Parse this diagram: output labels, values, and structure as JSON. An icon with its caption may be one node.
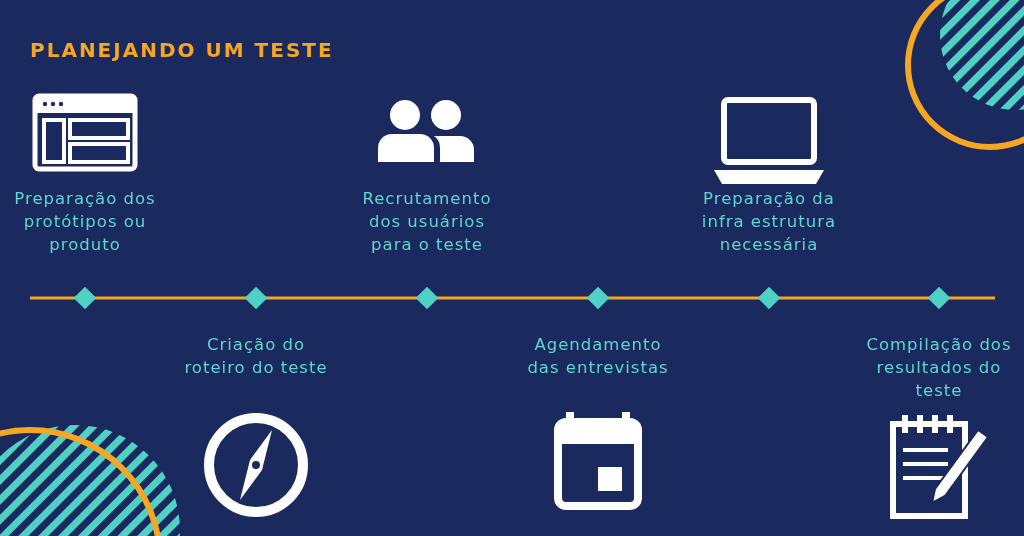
{
  "diagram": {
    "title": "PLANEJANDO UM TESTE",
    "labels": [
      "Preparação dos protótipos ou produto",
      "Recrutamento dos usuários para o teste",
      "Preparação da infra estrutura necessária",
      "Criação do roteiro do teste",
      "Agendamento das entrevistas",
      "Compilação dos resultados do teste"
    ]
  }
}
